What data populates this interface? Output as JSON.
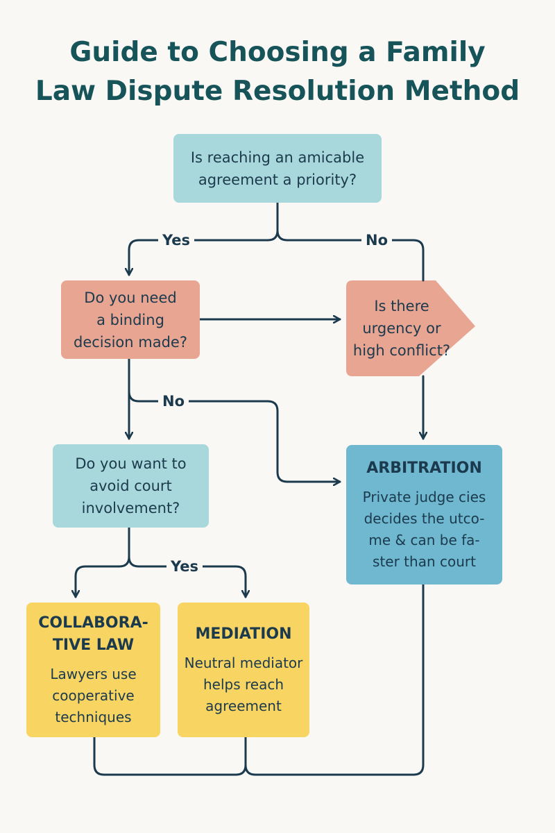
{
  "title": {
    "line1": "Guide to Choosing a Family",
    "line2": "Law Dispute Resolution Method"
  },
  "nodes": {
    "amicable": {
      "line1": "Is reaching an amicable",
      "line2": "agreement a priority?"
    },
    "binding": {
      "line1": "Do you need",
      "line2": "a binding",
      "line3": "decision made?"
    },
    "urgency": {
      "line1": "Is there",
      "line2": "urgency or",
      "line3": "high conflict?"
    },
    "avoid_court": {
      "line1": "Do you want to",
      "line2": "avoid court",
      "line3": "involvement?"
    }
  },
  "outcomes": {
    "arbitration": {
      "title": "ARBITRATION",
      "desc1": "Private judge cies",
      "desc2": "decides the utco-",
      "desc3": "me & can be fa-",
      "desc4": "ster than court"
    },
    "collaborative": {
      "title1": "COLLABORA-",
      "title2": "TIVE LAW",
      "desc1": "Lawyers use",
      "desc2": "cooperative",
      "desc3": "techniques"
    },
    "mediation": {
      "title": "MEDIATION",
      "desc1": "Neutral mediator",
      "desc2": "helps reach",
      "desc3": "agreement"
    }
  },
  "edges": {
    "yes_1": "Yes",
    "no_1": "No",
    "no_2": "No",
    "yes_2": "Yes"
  },
  "colors": {
    "title": "#17545a",
    "line": "#1b3a4d",
    "teal": "#a9d8dc",
    "salmon": "#e8a592",
    "yellow": "#f8d462",
    "blue": "#6fb8d0"
  }
}
